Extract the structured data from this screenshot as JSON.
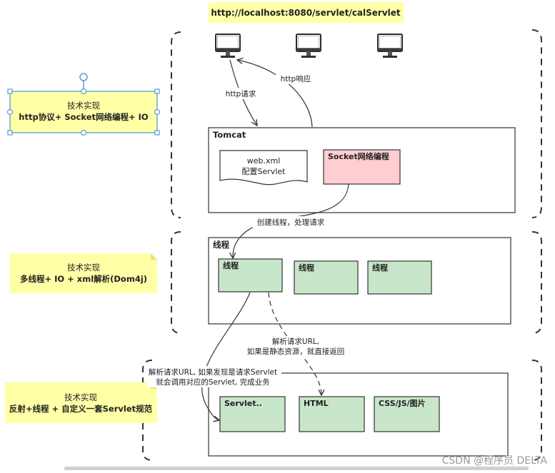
{
  "url_note": "http://localhost:8080/servlet/calServlet",
  "arrows": {
    "request": "http请求",
    "response": "http响应",
    "create_thread": "创建线程，处理请求",
    "parse_static_1": "解析请求URL,",
    "parse_static_2": "如果是静态资源，就直接返回",
    "parse_servlet_1": "解析请求URL, 如果发现是请求Servlet",
    "parse_servlet_2": "就会调用对应的Servlet, 完成业务"
  },
  "tomcat": {
    "title": "Tomcat",
    "doc_line1": "web.xml",
    "doc_line2": "配置Servlet",
    "socket_label": "Socket网络编程"
  },
  "threads": {
    "title": "线程",
    "items": [
      "线程",
      "线程",
      "线程"
    ]
  },
  "resources": {
    "items": [
      "Servlet..",
      "HTML",
      "CSS/JS/图片"
    ]
  },
  "notes": {
    "note1_line1": "技术实现",
    "note1_line2": "http协议+ Socket网络编程+ IO",
    "note2_line1": "技术实现",
    "note2_line2": "多线程+ IO + xml解析(Dom4j)",
    "note3_line1": "技术实现",
    "note3_line2": "反射+线程 + 自定义一套Servlet规范"
  },
  "watermark": "CSDN @程序员 DELTA",
  "colors": {
    "note_yellow": "#ffffa6",
    "socket_pink": "#ffcdd2",
    "thread_green": "#c8e6c9"
  }
}
